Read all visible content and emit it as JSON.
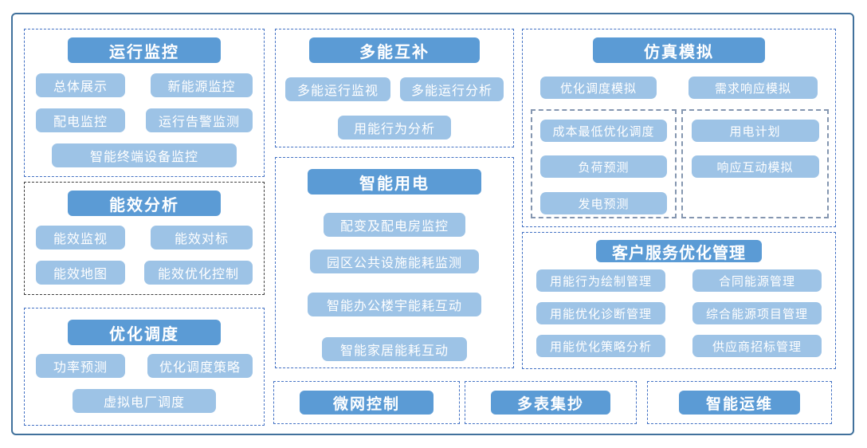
{
  "colors": {
    "frame_border": "#41719C",
    "panel_dashed_border_blue": "#4472C4",
    "panel_dashed_border_black": "#3F3F3F",
    "subpanel_dashed_border": "#8496B0",
    "title_button_bg": "#5B9BD5",
    "item_button_bg": "#9DC3E6",
    "button_text": "#FFFFFF"
  },
  "modules": {
    "operation_monitoring": {
      "title": "运行监控",
      "items": [
        "总体展示",
        "新能源监控",
        "配电监控",
        "运行告警监测",
        "智能终端设备监控"
      ]
    },
    "energy_efficiency_analysis": {
      "title": "能效分析",
      "items": [
        "能效监视",
        "能效对标",
        "能效地图",
        "能效优化控制"
      ]
    },
    "optimal_dispatch": {
      "title": "优化调度",
      "items": [
        "功率预测",
        "优化调度策略",
        "虚拟电厂调度"
      ]
    },
    "multi_energy_complementation": {
      "title": "多能互补",
      "items": [
        "多能运行监视",
        "多能运行分析",
        "用能行为分析"
      ]
    },
    "smart_power_use": {
      "title": "智能用电",
      "items": [
        "配变及配电房监控",
        "园区公共设施能耗监测",
        "智能办公楼宇能耗互动",
        "智能家居能耗互动"
      ]
    },
    "microgrid_control": {
      "title": "微网控制"
    },
    "simulation": {
      "title": "仿真模拟",
      "items": [
        "优化调度模拟",
        "需求响应模拟"
      ],
      "subgroup_left": [
        "成本最低优化调度",
        "负荷预测",
        "发电预测"
      ],
      "subgroup_right": [
        "用电计划",
        "响应互动模拟"
      ]
    },
    "customer_service_optimization": {
      "title": "客户服务优化管理",
      "items": [
        "用能行为绘制管理",
        "合同能源管理",
        "用能优化诊断管理",
        "综合能源项目管理",
        "用能优化策略分析",
        "供应商招标管理"
      ]
    },
    "multi_meter_reading": {
      "title": "多表集抄"
    },
    "intelligent_operation_maintenance": {
      "title": "智能运维"
    }
  }
}
